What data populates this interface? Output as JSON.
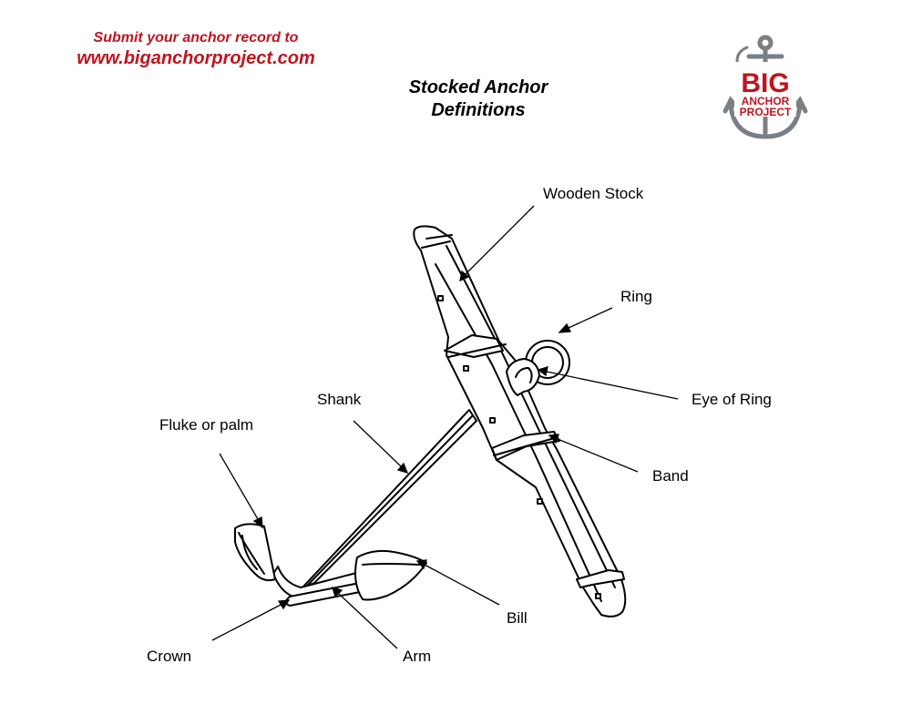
{
  "header": {
    "promo_line1": "Submit your anchor record to",
    "promo_line2": "www.biganchorproject.com",
    "title_line1": "Stocked Anchor",
    "title_line2": "Definitions"
  },
  "logo": {
    "big": "BIG",
    "anchor": "ANCHOR",
    "project": "PROJECT",
    "icon": "anchor-icon",
    "colors": {
      "red": "#c0141e",
      "grey": "#7a7f85"
    }
  },
  "labels": {
    "wooden_stock": "Wooden Stock",
    "ring": "Ring",
    "eye_of_ring": "Eye of Ring",
    "shank": "Shank",
    "fluke": "Fluke or palm",
    "band": "Band",
    "bill": "Bill",
    "crown": "Crown",
    "arm": "Arm"
  }
}
